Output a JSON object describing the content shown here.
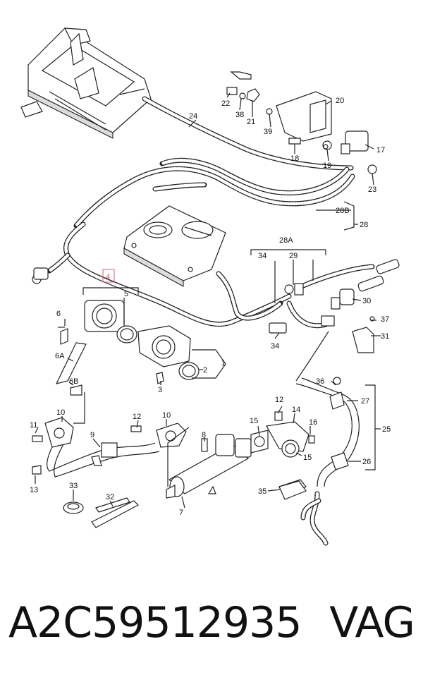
{
  "labels": {
    "l1": "1",
    "l2": "2",
    "l3": "3",
    "l4": "4",
    "l5": "5",
    "l6": "6",
    "l6A": "6A",
    "l6B": "6B",
    "l7": "7",
    "l8": "8",
    "l9": "9",
    "l10a": "10",
    "l10b": "10",
    "l11": "11",
    "l12a": "12",
    "l12b": "12",
    "l13": "13",
    "l14": "14",
    "l15a": "15",
    "l15b": "15",
    "l16": "16",
    "l17": "17",
    "l18": "18",
    "l19": "19",
    "l20": "20",
    "l21": "21",
    "l22": "22",
    "l23": "23",
    "l24": "24",
    "l25": "25",
    "l26": "26",
    "l27": "27",
    "l28": "28",
    "l28A": "28A",
    "l28B": "28B",
    "l29": "29",
    "l30": "30",
    "l31": "31",
    "l32": "32",
    "l33": "33",
    "l34a": "34",
    "l34b": "34",
    "l35": "35",
    "l36": "36",
    "l37": "37",
    "l38": "38",
    "l39": "39"
  },
  "caption": {
    "part_number": "A2C59512935",
    "brand": "VAG"
  },
  "colors": {
    "highlight": "#d06070",
    "line": "#222222"
  }
}
